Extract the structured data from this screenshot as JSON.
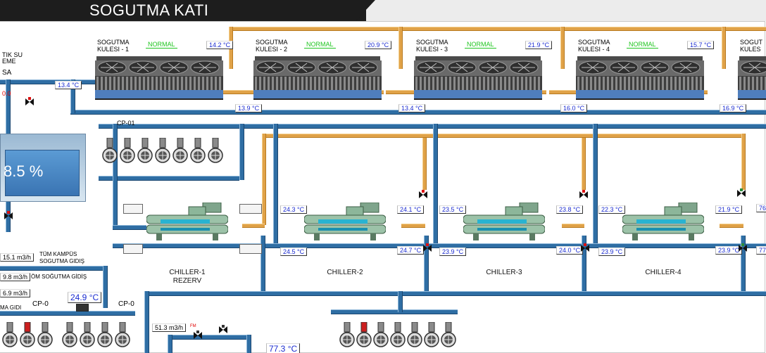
{
  "header": {
    "title": "SOGUTMA KATI"
  },
  "towers": [
    {
      "label": "SOGUTMA\nKULESI - 1",
      "status": "NORMAL",
      "temp": "14.2 °C"
    },
    {
      "label": "SOGUTMA\nKULESI - 2",
      "status": "NORMAL",
      "temp": "20.9 °C"
    },
    {
      "label": "SOGUTMA\nKULESI - 3",
      "status": "NORMAL",
      "temp": "21.9 °C"
    },
    {
      "label": "SOGUTMA\nKULESI - 4",
      "status": "NORMAL",
      "temp": "15.7 °C"
    },
    {
      "label": "SOGUT\nKULES",
      "status": "",
      "temp": ""
    }
  ],
  "tower_return_temps": [
    "13.4 °C",
    "13.9 °C",
    "13.4 °C",
    "16.0 °C",
    "16.9 °C"
  ],
  "left_panel": {
    "line1": "TIK SU",
    "line2": "EME",
    "line3": "SA",
    "value": "0.0"
  },
  "tank": {
    "level": "8.5 %"
  },
  "pump_group_1": {
    "label": "CP-01"
  },
  "chillers": [
    {
      "name": "CHILLER-1\nREZERV",
      "t_in": "",
      "t_out": "",
      "t_left_top": "",
      "t_left_bot": ""
    },
    {
      "name": "CHILLER-2",
      "t_left_top": "24.3 °C",
      "t_left_bot": "24.5 °C",
      "t_right_top": "24.1 °C",
      "t_right_bot": "24.7 °C"
    },
    {
      "name": "CHILLER-3",
      "t_left_top": "23.5 °C",
      "t_left_bot": "23.9 °C",
      "t_right_top": "23.8 °C",
      "t_right_bot": "24.0 °C"
    },
    {
      "name": "CHILLER-4",
      "t_left_top": "22.3 °C",
      "t_left_bot": "23.9 °C",
      "t_right_top": "21.9 °C",
      "t_right_bot": "23.9 °C"
    }
  ],
  "edge_readings": [
    "76",
    "77"
  ],
  "flows": {
    "f1": "15.1 m3/h",
    "f2": "9.8 m3/h",
    "f3": "6.9 m3/h",
    "f4": "51.3 m3/h"
  },
  "campus_label": "TÜM KAMPÜS\nSOGUTMA GIDIŞ",
  "campus_return_label": "ÖM SOĞUTMA GİDİŞ",
  "gidi_label": "MA GIDI",
  "cp0_left": "CP-0",
  "cp0_right": "CP-0",
  "supply_temp": "24.9 °C",
  "bottom_temp": "77.3 °C",
  "fm_label": "FM",
  "colors": {
    "pipe_blue": "#2f6ea4",
    "pipe_orange": "#e0a248",
    "status_green": "#1ec51e",
    "temp_blue": "#1a2bd0"
  }
}
